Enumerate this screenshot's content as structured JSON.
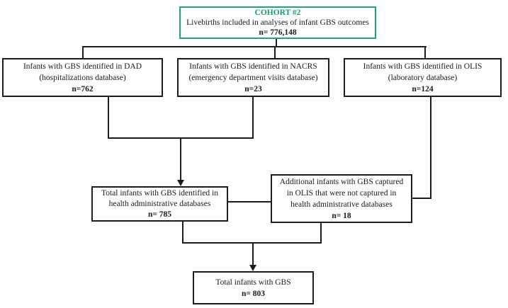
{
  "diagram": {
    "description": "Flow diagram of infants with GBS identified across health databases",
    "boxes": {
      "cohort": {
        "header": "COHORT #2",
        "line1": "Livebirths included in analyses of infant GBS outcomes",
        "n": "n= 776,148"
      },
      "dad": {
        "line1": "Infants with GBS identified in DAD",
        "line2": "(hospitalizations database)",
        "n": "n=762"
      },
      "nacrs": {
        "line1": "Infants with GBS identified in NACRS",
        "line2": "(emergency department visits database)",
        "n": "n=23"
      },
      "olis": {
        "line1": "Infants with GBS identified in OLIS",
        "line2": "(laboratory database)",
        "n": "n=124"
      },
      "total_admin": {
        "line1": "Total infants with GBS identified in",
        "line2": "health administrative databases",
        "n": "n= 785"
      },
      "additional_olis": {
        "line1": "Additional infants with GBS captured",
        "line2": "in OLIS that were not captured in",
        "line3": "health administrative databases",
        "n": "n= 18"
      },
      "total": {
        "line1": "Total infants with GBS",
        "n": "n= 803"
      }
    },
    "colors": {
      "accent_green_border": "#23a377",
      "accent_green_text": "#169b67",
      "line_color": "#1c1c1c"
    }
  }
}
